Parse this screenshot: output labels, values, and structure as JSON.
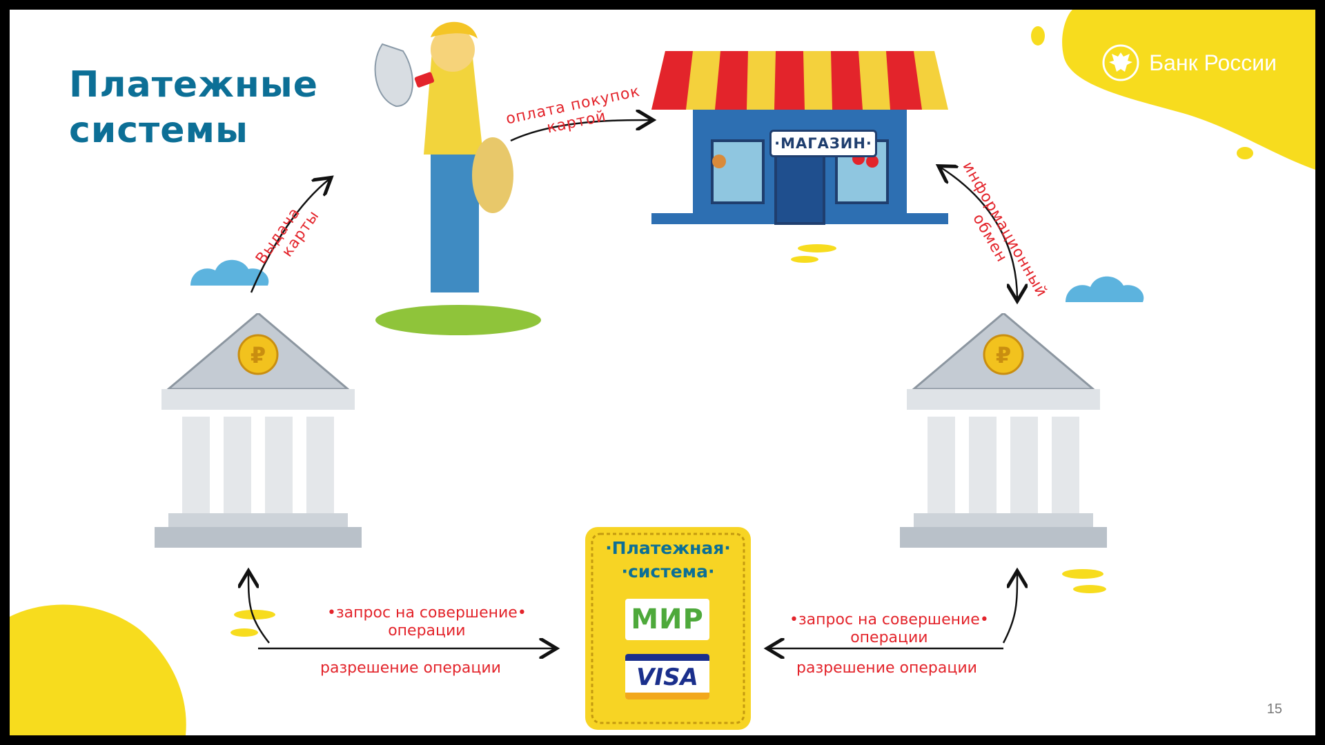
{
  "title": {
    "line1": "Платежные",
    "line2": "системы"
  },
  "logo": {
    "text": "Банк России",
    "icon": "eagle-emblem-icon"
  },
  "page_number": "15",
  "shop": {
    "sign": "·МАГАЗИН·",
    "icon": "shop-icon"
  },
  "payment_system": {
    "line1": "·Платежная·",
    "line2": "·система·",
    "mir": "МИР",
    "visa": "VISA"
  },
  "arrows": {
    "card_issue": {
      "line1": "Выдача",
      "line2": "карты"
    },
    "card_payment": {
      "line1": "оплата покупок",
      "line2": "картой"
    },
    "info_exchange": {
      "line1": "информационный",
      "line2": "обмен"
    },
    "left_request": {
      "line1": "•запрос на совершение•",
      "line2": "операции"
    },
    "left_permission": "разрешение операции",
    "right_request": {
      "line1": "•запрос на совершение•",
      "line2": "операции"
    },
    "right_permission": "разрешение операции"
  },
  "colors": {
    "title": "#0c6f96",
    "accent_yellow": "#f7dc1e",
    "label_red": "#e3242b"
  }
}
